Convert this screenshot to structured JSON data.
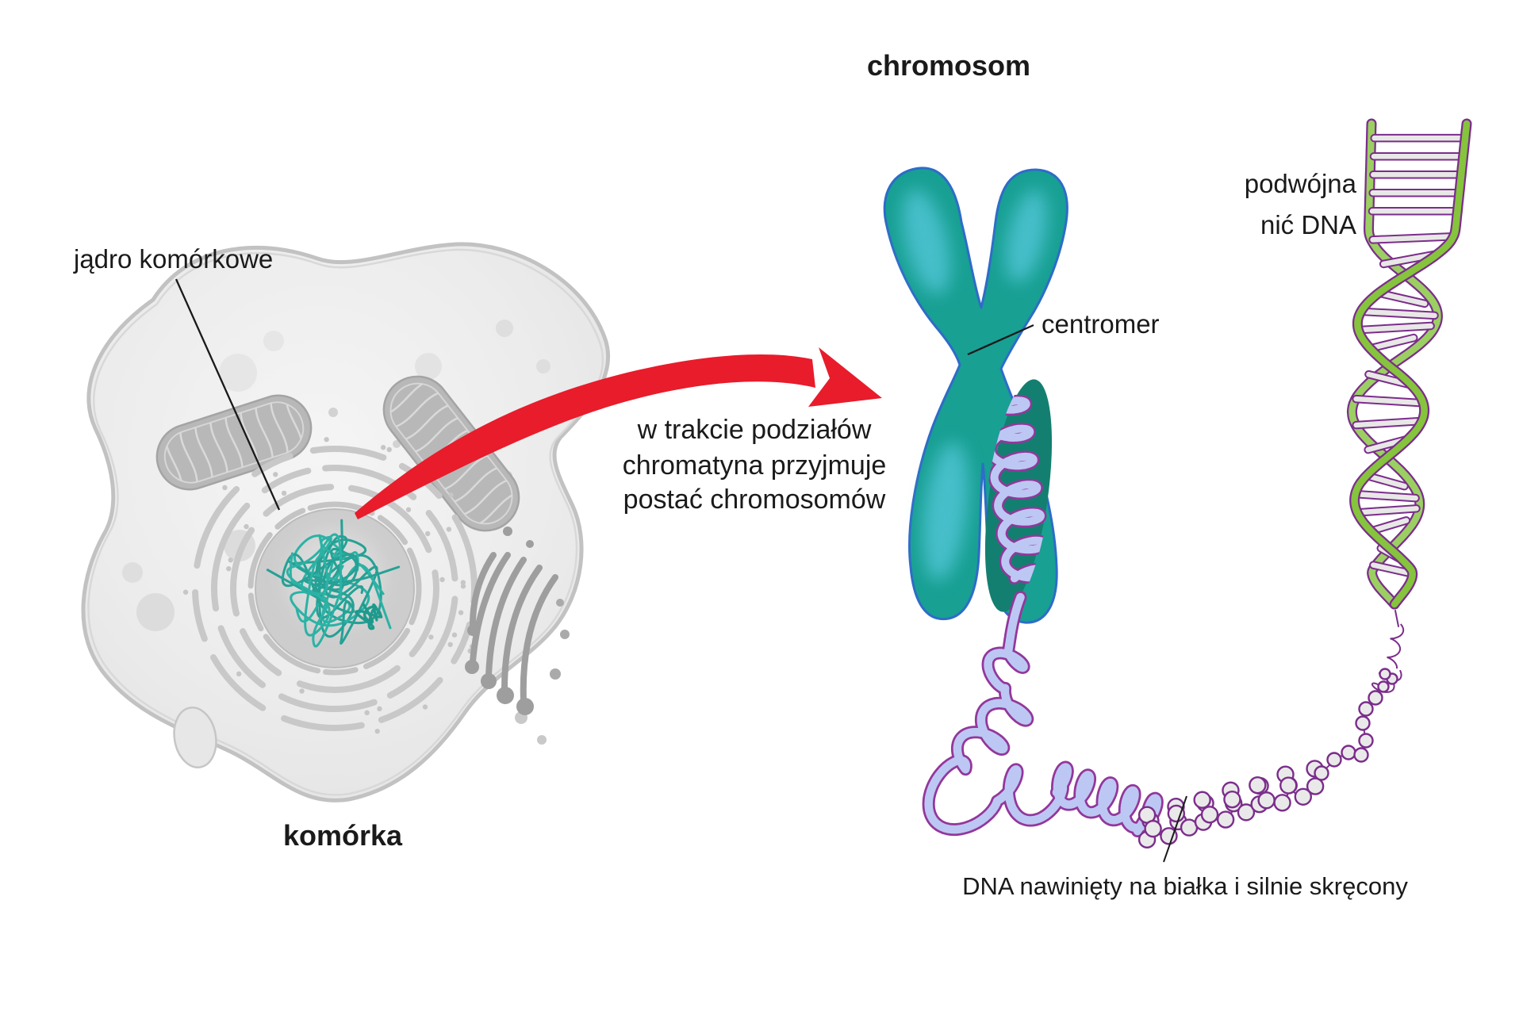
{
  "figure": {
    "chromosome_title": "chromosom",
    "cell_label": "komórka",
    "nucleus_label": "jądro komórkowe",
    "centromere_label": "centromer",
    "double_strand_label_line1": "podwójna",
    "double_strand_label_line2": "nić DNA",
    "wound_dna_label": "DNA nawinięty na białka i silnie skręcony",
    "division_caption_line1": "w trakcie podziałów",
    "division_caption_line2": "chromatyna przyjmuje",
    "division_caption_line3": "postać chromosomów"
  },
  "colors": {
    "background": "#ffffff",
    "text": "#1a1a1a",
    "cell_body": "#ececec",
    "cell_membrane": "#c2c2c2",
    "organelle_gray": "#b8b8b8",
    "golgi_gray": "#9e9e9e",
    "chromatin_teal": "#2bb2a5",
    "chromosome_teal": "#18a093",
    "chromosome_light": "#4cc3d6",
    "chromosome_outline": "#2e6cc8",
    "chromosome_arm_dark": "#137f70",
    "coil_lavender": "#bdc7f3",
    "coil_outline": "#93379b",
    "bead_fill": "#e9e9e9",
    "dna_green": "#85c43c",
    "dna_green_light": "#9bcf62",
    "dna_outline": "#7b2d8b",
    "dna_rung": "#e8e8e6",
    "arrow_red": "#e81c2b"
  }
}
